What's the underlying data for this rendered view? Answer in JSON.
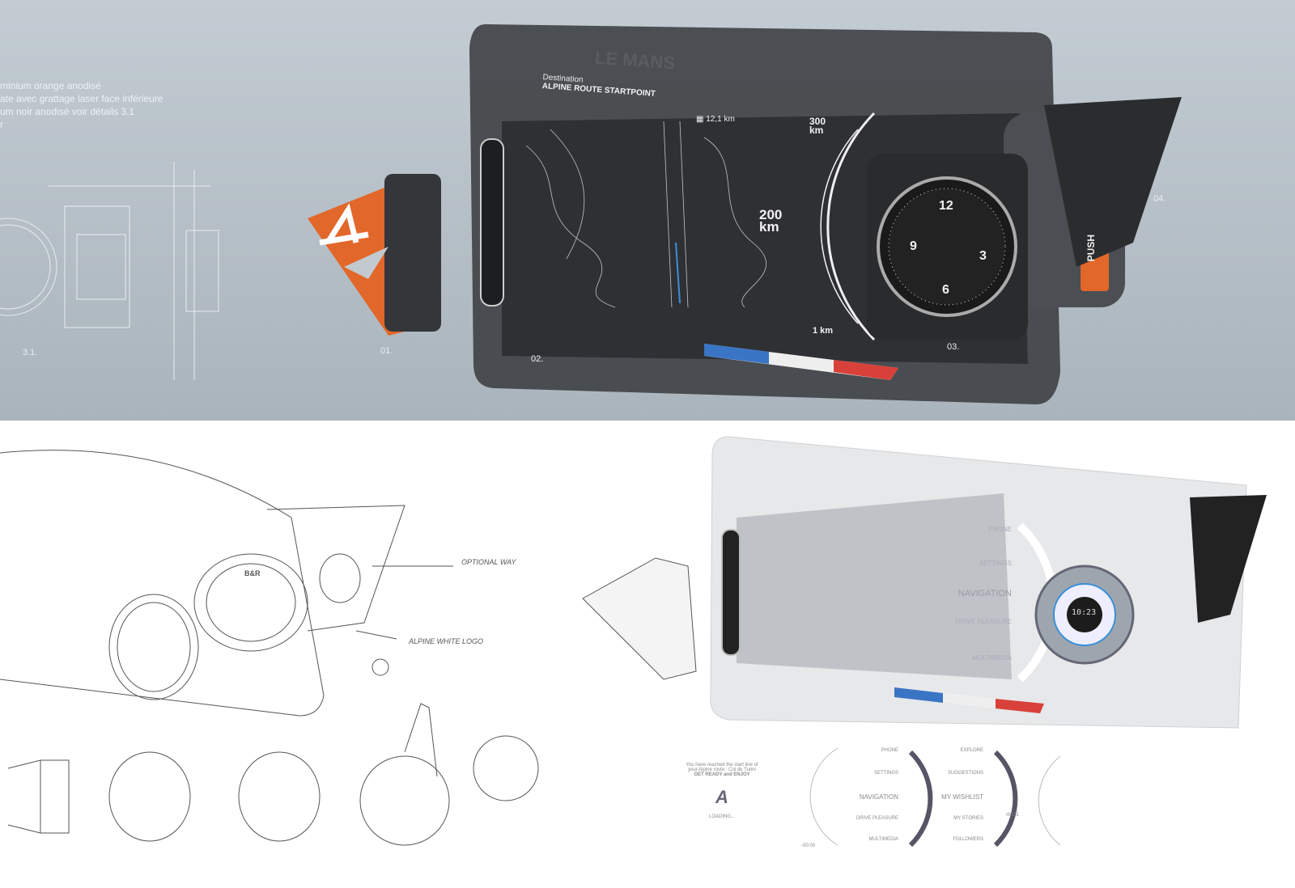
{
  "notes": [
    "minium orange anodisé",
    "ate avec grattage laser face inférieure",
    "um noir anodisé voir détails 3.1",
    "r"
  ],
  "part_labels": {
    "p31": "3.1.",
    "p01": "01.",
    "p02": "02.",
    "p03": "03.",
    "p04": "04."
  },
  "hud": {
    "watermark": "LE MANS",
    "destination_label": "Destination",
    "destination_value": "ALPINE ROUTE STARTPOINT",
    "distance": "12,1 km",
    "scale_top": "300\nkm",
    "scale_mid": "200\nkm",
    "scale_bottom": "1 km",
    "push_button": "PUSH",
    "clock_numbers": [
      "12",
      "3",
      "6",
      "9"
    ]
  },
  "sketch_notes": {
    "optional": "OPTIONAL WAY",
    "logo": "ALPINE WHITE LOGO",
    "brand": "B&R"
  },
  "render_menu": [
    "PHONE",
    "SETTINGS",
    "NAVIGATION",
    "DRIVE PLEASURE",
    "MULTIMEDIA"
  ],
  "render_clock": "10:23",
  "mini_screens": {
    "start_message": "You have reached the start line of your Alpine route : Col de Turini",
    "get_ready": "GET READY and ENJOY",
    "loading": "LOADING...",
    "menu_a": [
      "PHONE",
      "SETTINGS",
      "NAVIGATION",
      "DRIVE PLEASURE",
      "MULTIMEDIA"
    ],
    "menu_b": [
      "EXPLORE",
      "SUGGESTIONS",
      "MY WISHLIST",
      "MY STORIES",
      "FOLLOWERS"
    ],
    "time_a": "-00:00",
    "time_b": "-00:01"
  },
  "colors": {
    "orange": "#e2672a",
    "blue": "#3a74c4",
    "red": "#d8413a",
    "dark": "#3b3d40"
  }
}
